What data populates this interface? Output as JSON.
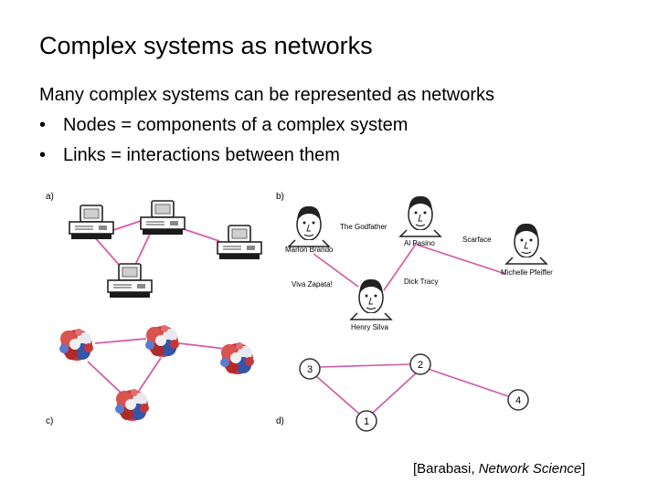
{
  "slide": {
    "title": "Complex systems as networks",
    "intro": "Many complex systems can be represented as networks",
    "bullets": [
      "Nodes = components of a complex system",
      "Links = interactions between them"
    ],
    "bullet_symbol": "•"
  },
  "figure": {
    "panel_labels": [
      "a)",
      "b)",
      "c)",
      "d)"
    ],
    "panel_a": {
      "node_icon": "computer-icon",
      "link_color": "#e05aa4"
    },
    "panel_b": {
      "actors": [
        "Marlon Brando",
        "Al Pasino",
        "Michelle Pfeiffer",
        "Henry Silva"
      ],
      "movies": [
        "The Godfather",
        "Scarface",
        "Viva Zapata!",
        "Dick Tracy"
      ],
      "link_color": "#d05aa4"
    },
    "panel_c": {
      "node_icon": "protein-icon",
      "link_color": "#d65aa8"
    },
    "panel_d": {
      "nodes": [
        "1",
        "2",
        "3",
        "4"
      ],
      "link_color": "#d25aa6",
      "node_stroke": "#333333"
    }
  },
  "citation": {
    "open": "[Barabasi, ",
    "title": "Network Science",
    "close": "]"
  }
}
